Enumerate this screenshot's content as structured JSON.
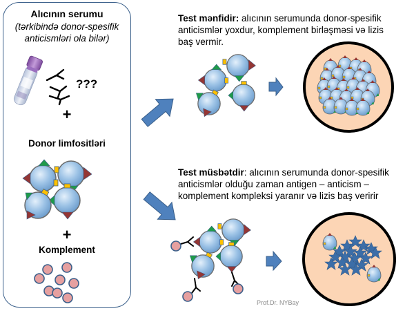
{
  "left_panel": {
    "title": "Alıcının serumu",
    "subtitle_line1": "(tərkibində donor-spesifik",
    "subtitle_line2": "anticismləri ola bilər)",
    "question_marks": "???",
    "plus1": "+",
    "donor_label": "Donor limfositləri",
    "plus2": "+",
    "complement_label": "Komplement"
  },
  "negative": {
    "heading": "Test mənfidir:",
    "text_line1": " alıcının serumunda donor-spesifik",
    "text_line2": "anticismlər yoxdur, komplement birləşməsi və lizis",
    "text_line3": "baş vermir."
  },
  "positive": {
    "heading": "Test müsbətdir",
    "text_line1": ": alıcının serumunda donor-spesifik",
    "text_line2": "anticismlər olduğu zaman antigen – anticism –",
    "text_line3": "komplement kompleksi yaranır və lizis baş veririr"
  },
  "credit": "Prof.Dr. NYBay",
  "icons": {
    "tube": "blood-tube-icon",
    "antibody": "antibody-icon",
    "lymphocyte": "lymphocyte-icon",
    "complement": "complement-icon",
    "arrow": "arrow-icon",
    "dish": "culture-dish-icon",
    "lysed": "lysed-cell-icon"
  },
  "colors": {
    "panel_border": "#3a5f8a",
    "arrow_fill": "#4f81bd",
    "cell_fill": "#9dc3e6",
    "antigen_green": "#1f9a4a",
    "antigen_red": "#943634",
    "antigen_yellow": "#ffc000",
    "complement_fill": "#e6a0a0",
    "dish_fill": "#fcd5b5",
    "lysed_fill": "#3c6ea8"
  }
}
